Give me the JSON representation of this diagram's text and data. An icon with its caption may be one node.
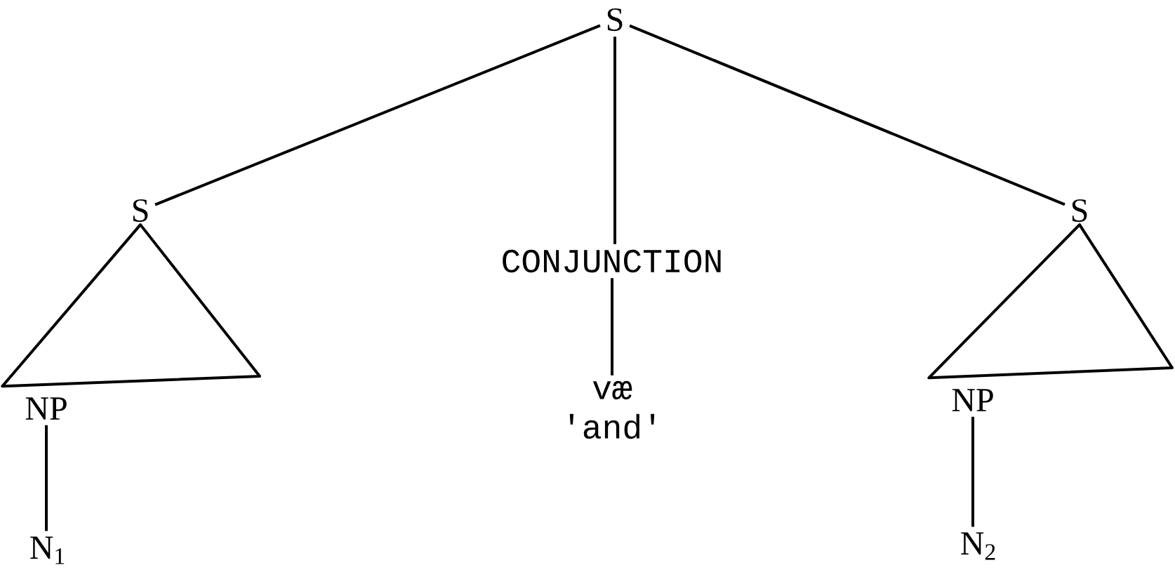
{
  "diagram": {
    "nodes": [
      {
        "text": [
          "S"
        ]
      },
      {
        "text": [
          "S"
        ]
      },
      {
        "text": [
          "CONJUNCTION"
        ]
      },
      {
        "text": [
          "S"
        ]
      },
      {
        "text": [
          "NP"
        ]
      },
      {
        "text": [
          "væ",
          "'and'"
        ]
      },
      {
        "text": [
          "N$_{1}$"
        ]
      },
      {
        "text": [
          "NP"
        ]
      },
      {
        "text": [
          "N$_{2}$"
        ]
      }
    ],
    "edges": [
      {
        "from": 0,
        "to": 1,
        "arrow": "none"
      },
      {
        "from": 0,
        "to": 2,
        "arrow": "none"
      },
      {
        "from": 0,
        "to": 3,
        "arrow": "none"
      },
      {
        "from": 1,
        "to": 4,
        "arrow": "none"
      },
      {
        "from": 2,
        "to": 5,
        "arrow": "none"
      },
      {
        "from": 3,
        "to": 7,
        "arrow": "none"
      },
      {
        "from": 4,
        "to": 6,
        "arrow": "none"
      },
      {
        "from": 7,
        "to": 8,
        "arrow": "none"
      }
    ]
  }
}
